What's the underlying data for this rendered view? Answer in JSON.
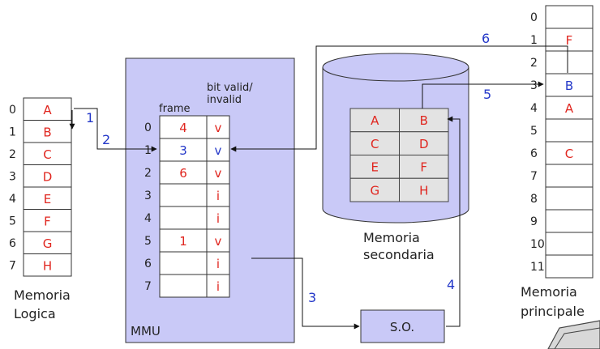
{
  "colors": {
    "red": "#e0261f",
    "blue": "#2438c9",
    "panel": "#c9c9f7",
    "cell": "#e3e3e3"
  },
  "logical": {
    "caption_line1": "Memoria",
    "caption_line2": "Logica",
    "indices": [
      "0",
      "1",
      "2",
      "3",
      "4",
      "5",
      "6",
      "7"
    ],
    "pages": [
      "A",
      "B",
      "C",
      "D",
      "E",
      "F",
      "G",
      "H"
    ]
  },
  "mmu": {
    "label": "MMU",
    "frame_header": "frame",
    "bit_header_line1": "bit valid/",
    "bit_header_line2": "invalid",
    "rows": [
      {
        "index": "0",
        "frame": "4",
        "bit": "v",
        "frame_color": "red"
      },
      {
        "index": "1",
        "frame": "3",
        "bit": "v",
        "frame_color": "blue"
      },
      {
        "index": "2",
        "frame": "6",
        "bit": "v",
        "frame_color": "red"
      },
      {
        "index": "3",
        "frame": "",
        "bit": "i",
        "frame_color": "red"
      },
      {
        "index": "4",
        "frame": "",
        "bit": "i",
        "frame_color": "red"
      },
      {
        "index": "5",
        "frame": "1",
        "bit": "v",
        "frame_color": "red"
      },
      {
        "index": "6",
        "frame": "",
        "bit": "i",
        "frame_color": "red"
      },
      {
        "index": "7",
        "frame": "",
        "bit": "i",
        "frame_color": "red"
      }
    ]
  },
  "secondary": {
    "caption_line1": "Memoria",
    "caption_line2": "secondaria",
    "grid": [
      [
        "A",
        "B"
      ],
      [
        "C",
        "D"
      ],
      [
        "E",
        "F"
      ],
      [
        "G",
        "H"
      ]
    ]
  },
  "os": {
    "label": "S.O."
  },
  "physical": {
    "caption_line1": "Memoria",
    "caption_line2": "principale",
    "indices": [
      "0",
      "1",
      "2",
      "3",
      "4",
      "5",
      "6",
      "7",
      "8",
      "9",
      "10",
      "11"
    ],
    "frames": [
      {
        "value": "",
        "color": "red"
      },
      {
        "value": "F",
        "color": "red"
      },
      {
        "value": "",
        "color": "red"
      },
      {
        "value": "B",
        "color": "blue"
      },
      {
        "value": "A",
        "color": "red"
      },
      {
        "value": "",
        "color": "red"
      },
      {
        "value": "C",
        "color": "red"
      },
      {
        "value": "",
        "color": "red"
      },
      {
        "value": "",
        "color": "red"
      },
      {
        "value": "",
        "color": "red"
      },
      {
        "value": "",
        "color": "red"
      },
      {
        "value": "",
        "color": "red"
      }
    ]
  },
  "steps": [
    "1",
    "2",
    "3",
    "4",
    "5",
    "6"
  ]
}
